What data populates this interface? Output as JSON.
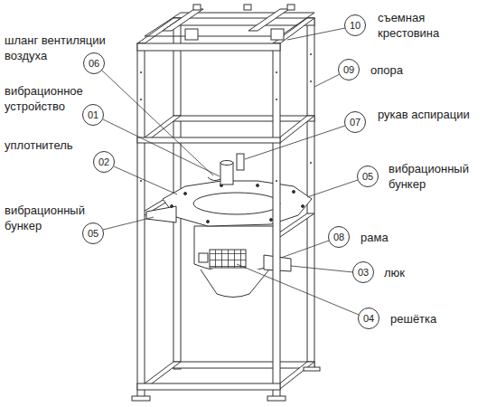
{
  "diagram": {
    "nodes": [
      {
        "text": [
          "10"
        ]
      },
      {
        "text": [
          "06"
        ]
      },
      {
        "text": [
          "01"
        ]
      },
      {
        "text": [
          "09"
        ]
      },
      {
        "text": [
          "07"
        ]
      },
      {
        "text": [
          "02"
        ]
      },
      {
        "text": [
          "05"
        ]
      },
      {
        "text": [
          "05"
        ]
      },
      {
        "text": [
          "08"
        ]
      },
      {
        "text": [
          "03"
        ]
      },
      {
        "text": [
          "04"
        ]
      }
    ],
    "labels": [
      "съемная крестовина",
      "шланг вентиляции воздуха",
      "вибрационное устройство",
      "опора",
      "рукав аспирации",
      "уплотнитель",
      "вибрационный бункер",
      "вибрационный бункер",
      "рама",
      "люк",
      "решётка"
    ]
  }
}
